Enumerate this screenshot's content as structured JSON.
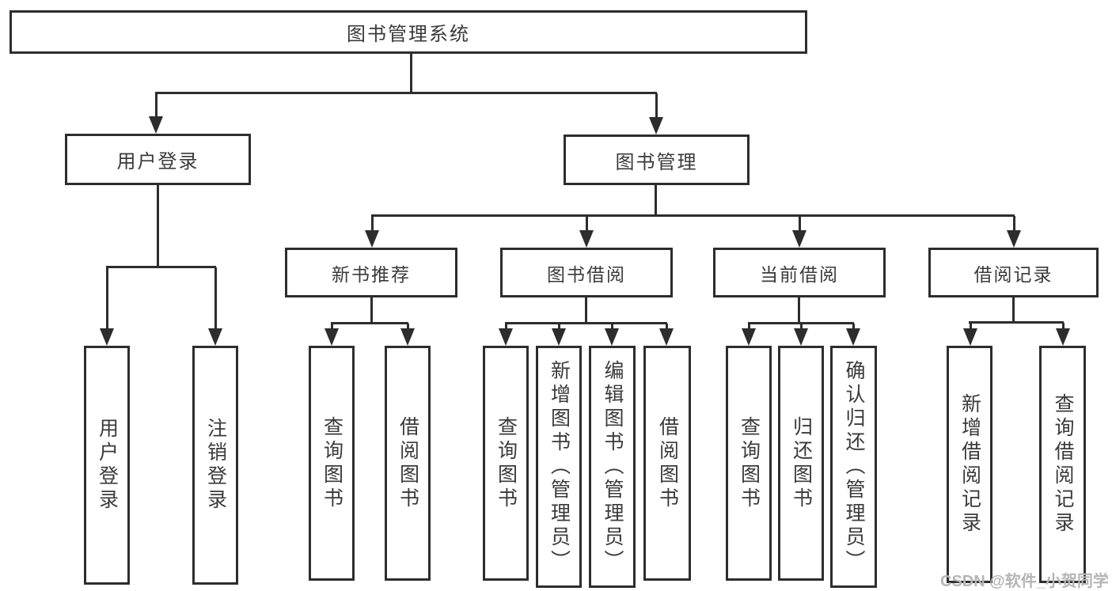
{
  "diagram_type": "hierarchy-tree",
  "colors": {
    "line": "#2d2d2d",
    "text": "#3a3a3a",
    "background": "#ffffff",
    "watermark_color": "#b5b5b5"
  },
  "tree": {
    "root": "图书管理系统",
    "branches": [
      {
        "label": "用户登录",
        "leaves": [
          "用户登录",
          "注销登录"
        ]
      },
      {
        "label": "图书管理",
        "children": [
          {
            "label": "新书推荐",
            "leaves": [
              "查询图书",
              "借阅图书"
            ]
          },
          {
            "label": "图书借阅",
            "leaves": [
              "查询图书",
              "新增图书（管理员）",
              "编辑图书（管理员）",
              "借阅图书"
            ]
          },
          {
            "label": "当前借阅",
            "leaves": [
              "查询图书",
              "归还图书",
              "确认归还（管理员）"
            ]
          },
          {
            "label": "借阅记录",
            "leaves": [
              "新增借阅记录",
              "查询借阅记录"
            ]
          }
        ]
      }
    ]
  },
  "watermark": "CSDN @软件_小贺同学"
}
